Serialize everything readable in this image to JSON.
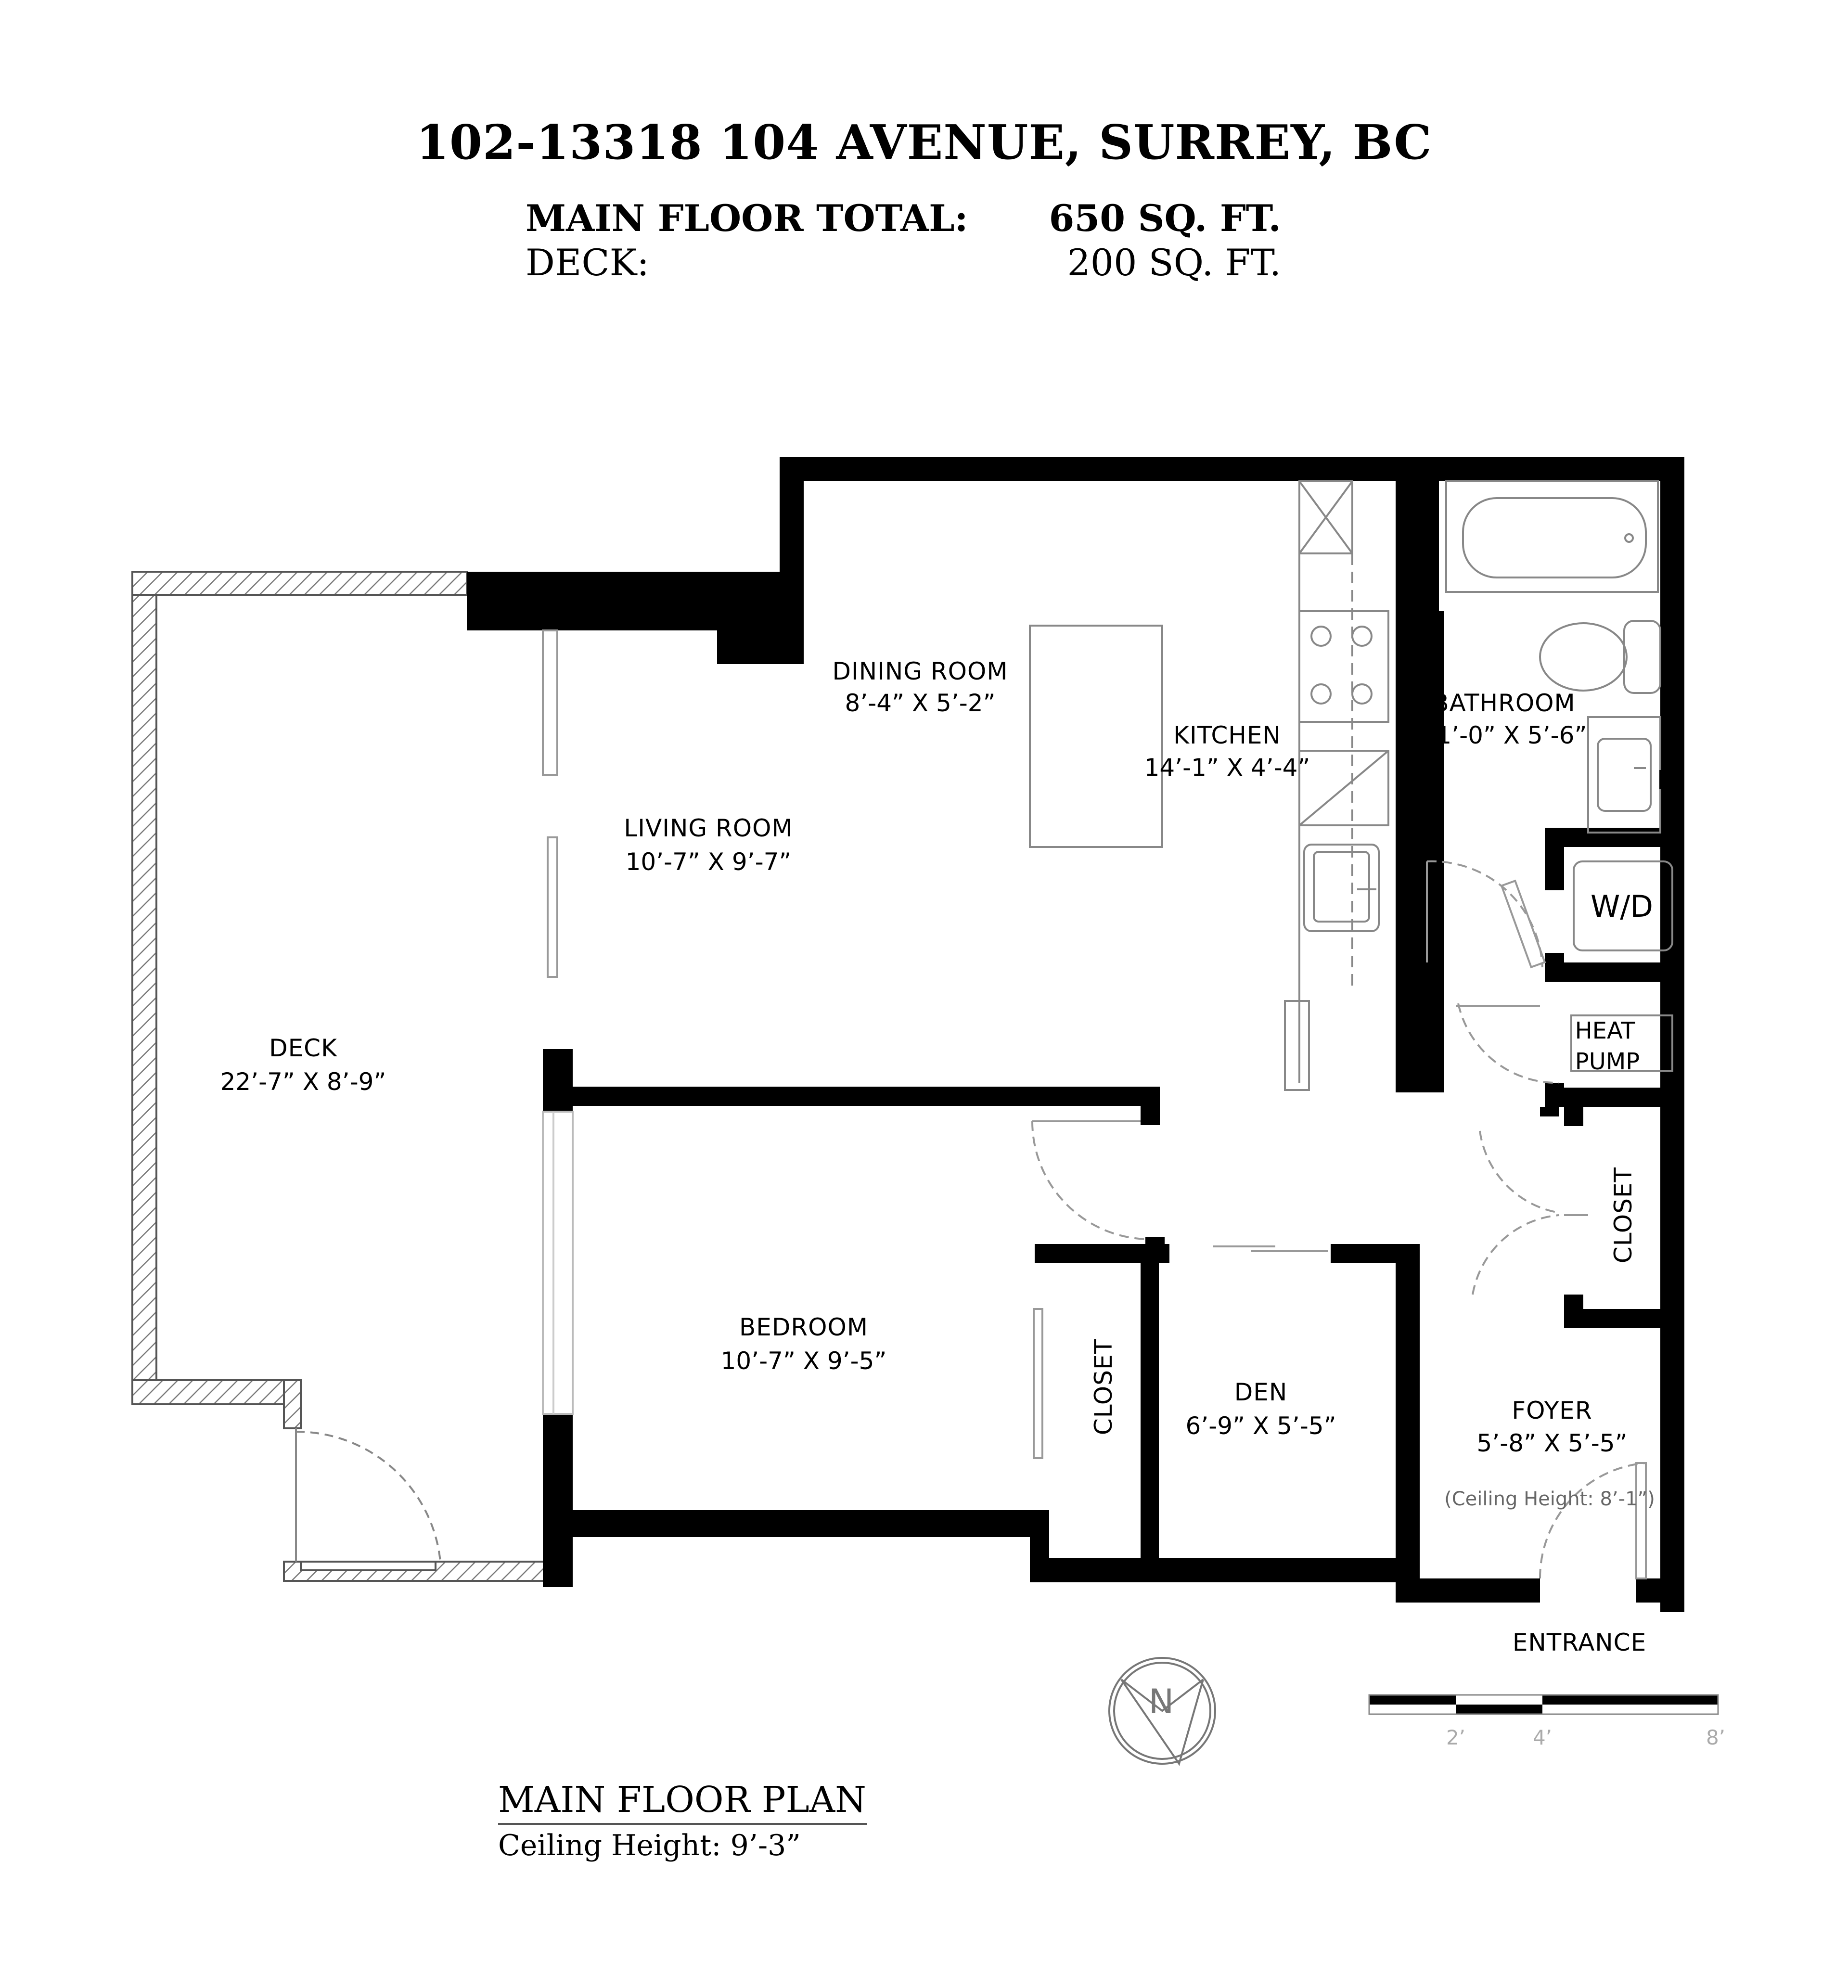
{
  "header": {
    "address": "102-13318 104 AVENUE, SURREY, BC",
    "main_floor_label": "MAIN FLOOR TOTAL:",
    "main_floor_value": "650 SQ. FT.",
    "deck_label": "DECK:",
    "deck_value": "200 SQ. FT."
  },
  "rooms": {
    "dining": {
      "name": "DINING ROOM",
      "dim": "8’-4” X 5’-2”"
    },
    "kitchen": {
      "name": "KITCHEN",
      "dim": "14’-1” X 4’-4”"
    },
    "bathroom": {
      "name": "BATHROOM",
      "dim": "11’-0” X 5’-6”"
    },
    "living": {
      "name": "LIVING ROOM",
      "dim": "10’-7” X 9’-7”"
    },
    "deck": {
      "name": "DECK",
      "dim": "22’-7” X 8’-9”"
    },
    "bedroom": {
      "name": "BEDROOM",
      "dim": "10’-7” X 9’-5”"
    },
    "closet_bed": {
      "name": "CLOSET"
    },
    "den": {
      "name": "DEN",
      "dim": "6’-9” X 5’-5”"
    },
    "closet_foyer": {
      "name": "CLOSET"
    },
    "foyer": {
      "name": "FOYER",
      "dim": "5’-8” X 5’-5”",
      "note": "(Ceiling Height: 8’-1”)"
    },
    "wd": {
      "name": "W/D"
    },
    "heat_pump": {
      "line1": "HEAT",
      "line2": "PUMP"
    }
  },
  "entrance": "ENTRANCE",
  "compass_letter": "N",
  "scale": {
    "labels": [
      "2’",
      "4’",
      "8’"
    ]
  },
  "footer": {
    "title": "MAIN FLOOR PLAN",
    "subtitle": "Ceiling Height: 9’-3”"
  },
  "colors": {
    "wall": "#000000",
    "fixture": "#888888",
    "hatch": "#777777"
  }
}
